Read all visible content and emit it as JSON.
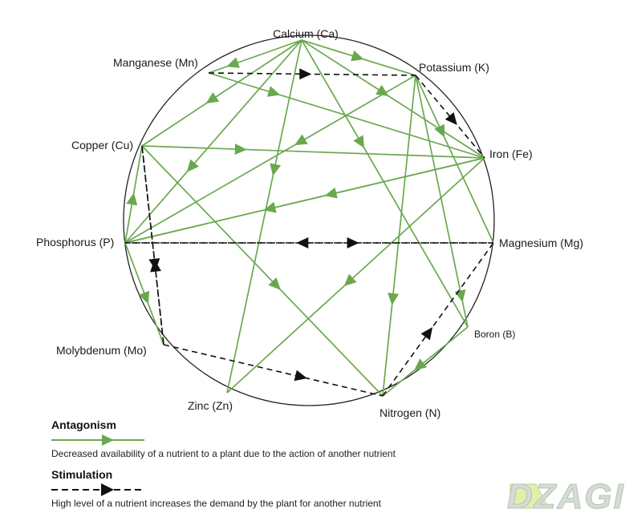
{
  "colors": {
    "antagonism": "#6aa84f",
    "stimulation": "#111111",
    "circle": "#222222",
    "logo_accent": "#d6ea7a"
  },
  "nodes": [
    {
      "id": "ca",
      "label": "Calcium (Ca)"
    },
    {
      "id": "k",
      "label": "Potassium (K)"
    },
    {
      "id": "mn",
      "label": "Manganese (Mn)"
    },
    {
      "id": "cu",
      "label": "Copper (Cu)"
    },
    {
      "id": "fe",
      "label": "Iron (Fe)"
    },
    {
      "id": "p",
      "label": "Phosphorus (P)"
    },
    {
      "id": "mg",
      "label": "Magnesium (Mg)"
    },
    {
      "id": "b",
      "label": "Boron (B)"
    },
    {
      "id": "mo",
      "label": "Molybdenum (Mo)"
    },
    {
      "id": "zn",
      "label": "Zinc (Zn)"
    },
    {
      "id": "n",
      "label": "Nitrogen (N)"
    }
  ],
  "edges": [
    {
      "type": "antagonism",
      "from": "ca",
      "to": "mn"
    },
    {
      "type": "antagonism",
      "from": "ca",
      "to": "k"
    },
    {
      "type": "antagonism",
      "from": "ca",
      "to": "cu"
    },
    {
      "type": "antagonism",
      "from": "ca",
      "to": "fe"
    },
    {
      "type": "antagonism",
      "from": "ca",
      "to": "p"
    },
    {
      "type": "antagonism",
      "from": "ca",
      "to": "zn"
    },
    {
      "type": "antagonism",
      "from": "ca",
      "to": "b"
    },
    {
      "type": "antagonism",
      "from": "mn",
      "to": "fe"
    },
    {
      "type": "antagonism",
      "from": "cu",
      "to": "fe"
    },
    {
      "type": "antagonism",
      "from": "cu",
      "to": "n"
    },
    {
      "type": "antagonism",
      "from": "k",
      "to": "p"
    },
    {
      "type": "antagonism",
      "from": "k",
      "to": "mg"
    },
    {
      "type": "antagonism",
      "from": "k",
      "to": "b"
    },
    {
      "type": "antagonism",
      "from": "k",
      "to": "n"
    },
    {
      "type": "antagonism",
      "from": "fe",
      "to": "p"
    },
    {
      "type": "antagonism",
      "from": "fe",
      "to": "p"
    },
    {
      "type": "antagonism",
      "from": "fe",
      "to": "zn"
    },
    {
      "type": "antagonism",
      "from": "p",
      "to": "cu"
    },
    {
      "type": "antagonism",
      "from": "p",
      "to": "mo"
    },
    {
      "type": "antagonism",
      "from": "b",
      "to": "n"
    },
    {
      "type": "stimulation",
      "from": "mn",
      "to": "k"
    },
    {
      "type": "stimulation",
      "from": "k",
      "to": "fe"
    },
    {
      "type": "stimulation",
      "from": "p",
      "to": "mg"
    },
    {
      "type": "stimulation",
      "from": "mg",
      "to": "p"
    },
    {
      "type": "stimulation",
      "from": "cu",
      "to": "mo"
    },
    {
      "type": "stimulation",
      "from": "mo",
      "to": "cu"
    },
    {
      "type": "stimulation",
      "from": "mo",
      "to": "n"
    },
    {
      "type": "stimulation",
      "from": "n",
      "to": "mg"
    }
  ],
  "legend": {
    "antagonism_title": "Antagonism",
    "antagonism_desc": "Decreased availability of a nutrient to a plant due to the action of another nutrient",
    "stimulation_title": "Stimulation",
    "stimulation_desc": "High level of a nutrient increases the demand by the plant for another nutrient"
  },
  "logo": {
    "text": "DZAGI",
    "icon": "dzagi-logo"
  }
}
